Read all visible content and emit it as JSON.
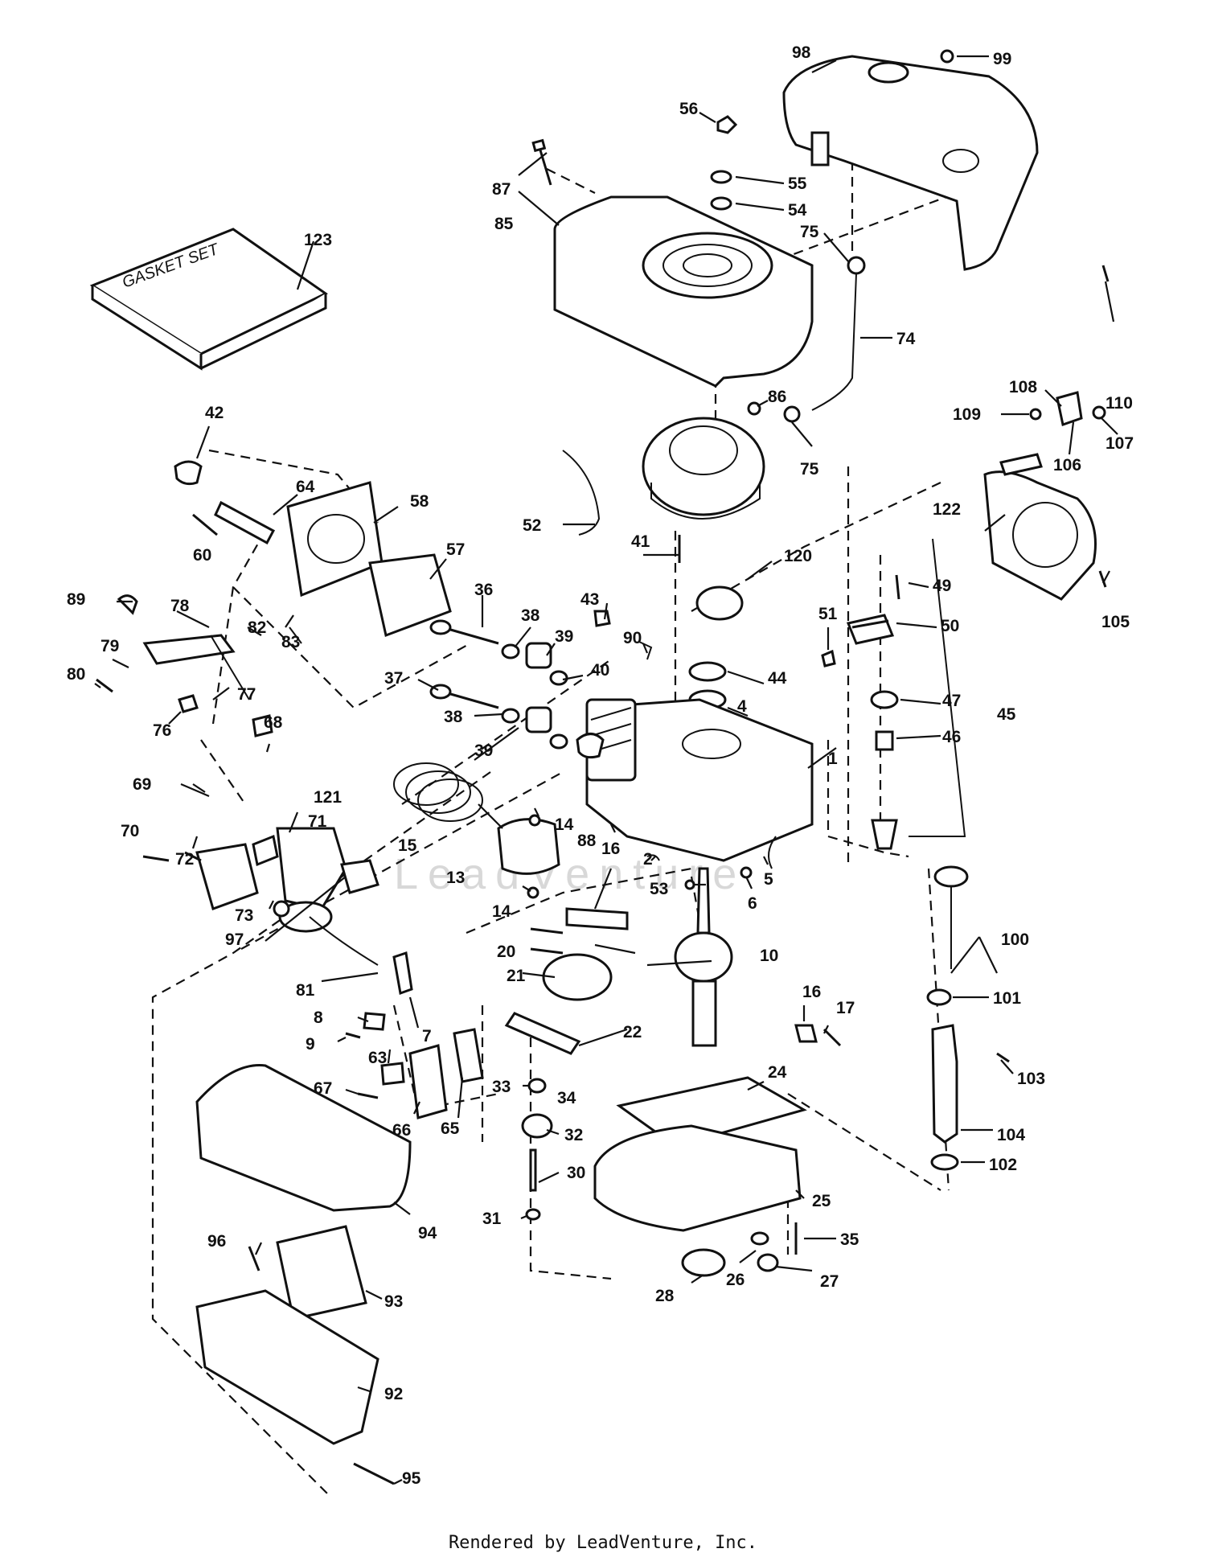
{
  "diagram": {
    "watermark": "LeadVenture",
    "footer": "Rendered by LeadVenture, Inc.",
    "gasket_label": "GASKET SET",
    "callouts": [
      {
        "id": "c1",
        "text": "1"
      },
      {
        "id": "c2",
        "text": "2"
      },
      {
        "id": "c4",
        "text": "4"
      },
      {
        "id": "c5",
        "text": "5"
      },
      {
        "id": "c6",
        "text": "6"
      },
      {
        "id": "c7",
        "text": "7"
      },
      {
        "id": "c8",
        "text": "8"
      },
      {
        "id": "c9",
        "text": "9"
      },
      {
        "id": "c10",
        "text": "10"
      },
      {
        "id": "c13",
        "text": "13"
      },
      {
        "id": "c14a",
        "text": "14"
      },
      {
        "id": "c14b",
        "text": "14"
      },
      {
        "id": "c15",
        "text": "15"
      },
      {
        "id": "c16a",
        "text": "16"
      },
      {
        "id": "c16b",
        "text": "16"
      },
      {
        "id": "c17",
        "text": "17"
      },
      {
        "id": "c20",
        "text": "20"
      },
      {
        "id": "c21",
        "text": "21"
      },
      {
        "id": "c22",
        "text": "22"
      },
      {
        "id": "c24",
        "text": "24"
      },
      {
        "id": "c25",
        "text": "25"
      },
      {
        "id": "c26",
        "text": "26"
      },
      {
        "id": "c27",
        "text": "27"
      },
      {
        "id": "c28",
        "text": "28"
      },
      {
        "id": "c30",
        "text": "30"
      },
      {
        "id": "c31",
        "text": "31"
      },
      {
        "id": "c32",
        "text": "32"
      },
      {
        "id": "c33",
        "text": "33"
      },
      {
        "id": "c34",
        "text": "34"
      },
      {
        "id": "c35",
        "text": "35"
      },
      {
        "id": "c36",
        "text": "36"
      },
      {
        "id": "c37",
        "text": "37"
      },
      {
        "id": "c38a",
        "text": "38"
      },
      {
        "id": "c38b",
        "text": "38"
      },
      {
        "id": "c39a",
        "text": "39"
      },
      {
        "id": "c39b",
        "text": "39"
      },
      {
        "id": "c40",
        "text": "40"
      },
      {
        "id": "c41",
        "text": "41"
      },
      {
        "id": "c42",
        "text": "42"
      },
      {
        "id": "c43",
        "text": "43"
      },
      {
        "id": "c44",
        "text": "44"
      },
      {
        "id": "c45",
        "text": "45"
      },
      {
        "id": "c46",
        "text": "46"
      },
      {
        "id": "c47",
        "text": "47"
      },
      {
        "id": "c49",
        "text": "49"
      },
      {
        "id": "c50",
        "text": "50"
      },
      {
        "id": "c51",
        "text": "51"
      },
      {
        "id": "c52",
        "text": "52"
      },
      {
        "id": "c53",
        "text": "53"
      },
      {
        "id": "c54",
        "text": "54"
      },
      {
        "id": "c55",
        "text": "55"
      },
      {
        "id": "c56",
        "text": "56"
      },
      {
        "id": "c57",
        "text": "57"
      },
      {
        "id": "c58",
        "text": "58"
      },
      {
        "id": "c60",
        "text": "60"
      },
      {
        "id": "c63",
        "text": "63"
      },
      {
        "id": "c64",
        "text": "64"
      },
      {
        "id": "c65",
        "text": "65"
      },
      {
        "id": "c66",
        "text": "66"
      },
      {
        "id": "c67",
        "text": "67"
      },
      {
        "id": "c68",
        "text": "68"
      },
      {
        "id": "c69",
        "text": "69"
      },
      {
        "id": "c70",
        "text": "70"
      },
      {
        "id": "c71",
        "text": "71"
      },
      {
        "id": "c72",
        "text": "72"
      },
      {
        "id": "c73",
        "text": "73"
      },
      {
        "id": "c74",
        "text": "74"
      },
      {
        "id": "c75a",
        "text": "75"
      },
      {
        "id": "c75b",
        "text": "75"
      },
      {
        "id": "c76",
        "text": "76"
      },
      {
        "id": "c77",
        "text": "77"
      },
      {
        "id": "c78",
        "text": "78"
      },
      {
        "id": "c79",
        "text": "79"
      },
      {
        "id": "c80",
        "text": "80"
      },
      {
        "id": "c81",
        "text": "81"
      },
      {
        "id": "c82",
        "text": "82"
      },
      {
        "id": "c83",
        "text": "83"
      },
      {
        "id": "c85",
        "text": "85"
      },
      {
        "id": "c86",
        "text": "86"
      },
      {
        "id": "c87",
        "text": "87"
      },
      {
        "id": "c88",
        "text": "88"
      },
      {
        "id": "c89",
        "text": "89"
      },
      {
        "id": "c90",
        "text": "90"
      },
      {
        "id": "c92",
        "text": "92"
      },
      {
        "id": "c93",
        "text": "93"
      },
      {
        "id": "c94",
        "text": "94"
      },
      {
        "id": "c95",
        "text": "95"
      },
      {
        "id": "c96",
        "text": "96"
      },
      {
        "id": "c97",
        "text": "97"
      },
      {
        "id": "c98",
        "text": "98"
      },
      {
        "id": "c99",
        "text": "99"
      },
      {
        "id": "c100",
        "text": "100"
      },
      {
        "id": "c101",
        "text": "101"
      },
      {
        "id": "c102",
        "text": "102"
      },
      {
        "id": "c103",
        "text": "103"
      },
      {
        "id": "c104",
        "text": "104"
      },
      {
        "id": "c105",
        "text": "105"
      },
      {
        "id": "c106",
        "text": "106"
      },
      {
        "id": "c107",
        "text": "107"
      },
      {
        "id": "c108",
        "text": "108"
      },
      {
        "id": "c109",
        "text": "109"
      },
      {
        "id": "c110",
        "text": "110"
      },
      {
        "id": "c120",
        "text": "120"
      },
      {
        "id": "c121",
        "text": "121"
      },
      {
        "id": "c122",
        "text": "122"
      },
      {
        "id": "c123",
        "text": "123"
      }
    ]
  }
}
